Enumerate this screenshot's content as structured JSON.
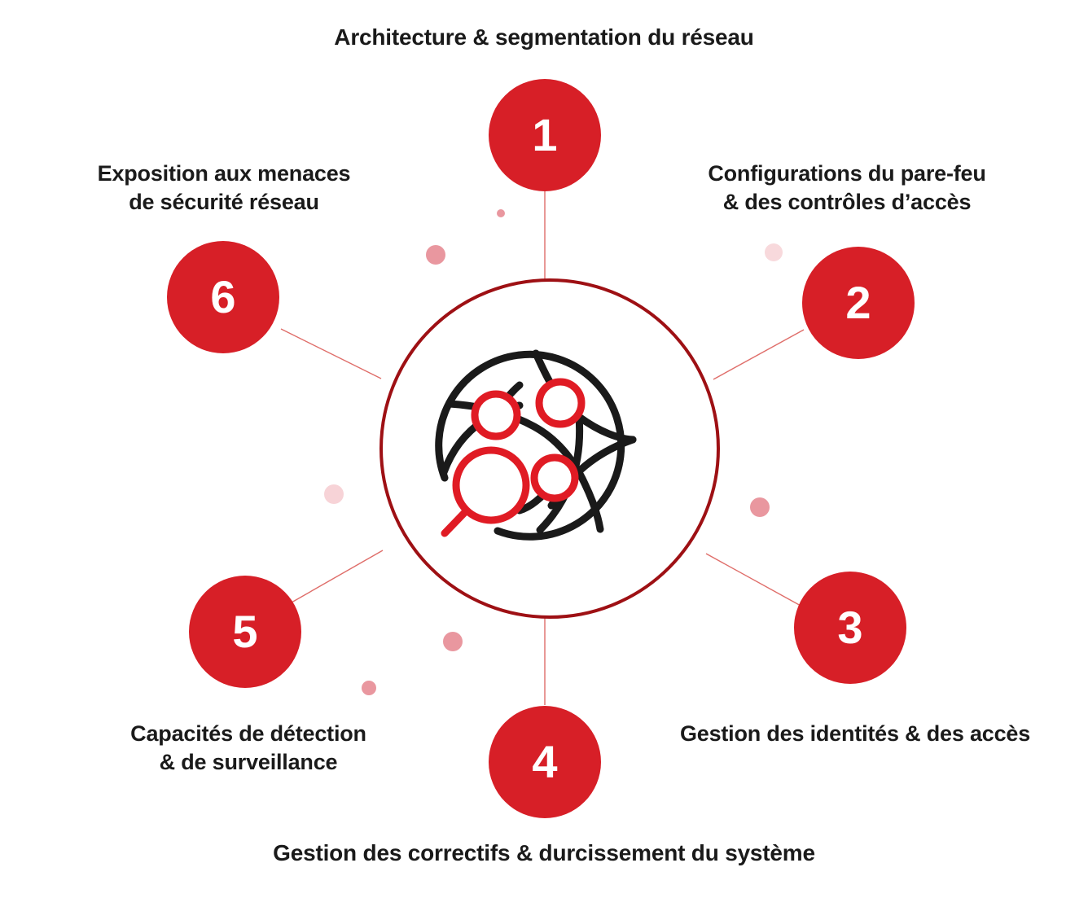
{
  "diagram": {
    "title": "Architecture & segmentation du réseau",
    "type": "radial-hub-and-spoke",
    "center": {
      "icon": "network-globe-magnifier-icon",
      "ring_color": "#9E1014"
    },
    "theme": {
      "badge_color": "#D71F27",
      "badge_text_color": "#FFFFFF",
      "label_color": "#1A1A1A",
      "connector_color": "#D9534F",
      "background": "#FFFFFF",
      "dot_colors": [
        "#E8919A",
        "#F8D9DC",
        "#EFA8AE",
        "#E89AA2"
      ]
    },
    "nodes": [
      {
        "number": "1",
        "label": "Architecture & segmentation du réseau",
        "position": "top"
      },
      {
        "number": "2",
        "label": "Configurations du pare-feu\n& des contrôles d’accès",
        "position": "top-right"
      },
      {
        "number": "3",
        "label": "Gestion des identités & des accès",
        "position": "bottom-right"
      },
      {
        "number": "4",
        "label": "Gestion des correctifs & durcissement du système",
        "position": "bottom"
      },
      {
        "number": "5",
        "label": "Capacités de détection\n& de surveillance",
        "position": "bottom-left"
      },
      {
        "number": "6",
        "label": "Exposition aux menaces\nde sécurité réseau",
        "position": "top-left"
      }
    ]
  }
}
